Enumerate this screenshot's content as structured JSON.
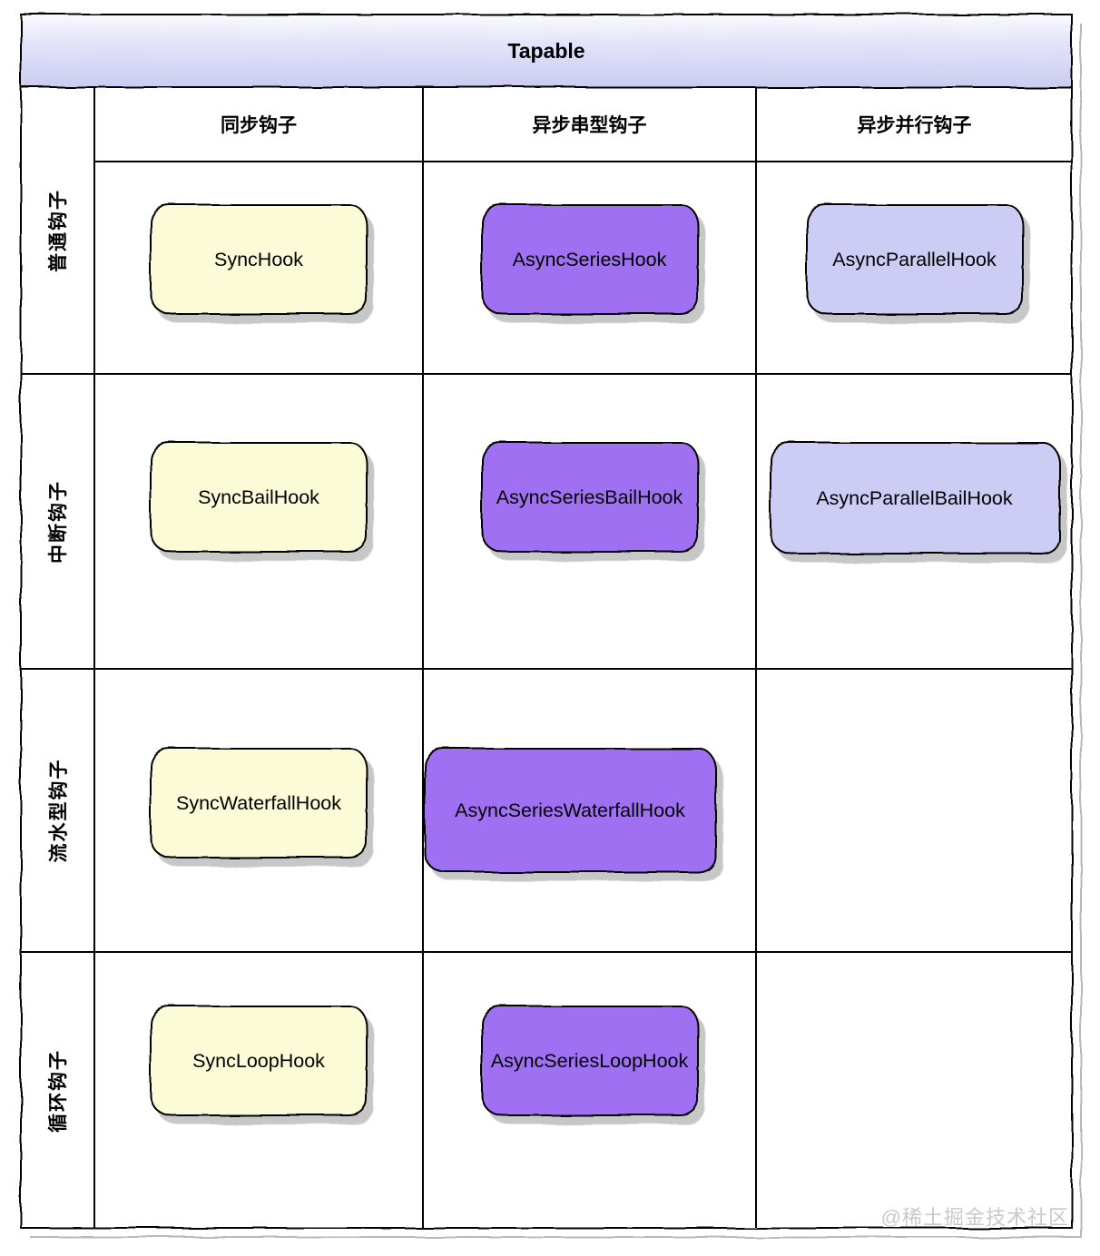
{
  "title": "Tapable",
  "watermark": "@稀土掘金技术社区",
  "columns": [
    "同步钩子",
    "异步串型钩子",
    "异步并行钩子"
  ],
  "rows": [
    {
      "label": "普通钩子",
      "cells": [
        {
          "text": "SyncHook",
          "variant": "yellow"
        },
        {
          "text": "AsyncSeriesHook",
          "variant": "purple"
        },
        {
          "text": "AsyncParallelHook",
          "variant": "lavender"
        }
      ]
    },
    {
      "label": "中断钩子",
      "cells": [
        {
          "text": "SyncBailHook",
          "variant": "yellow"
        },
        {
          "text": "AsyncSeriesBailHook",
          "variant": "purple"
        },
        {
          "text": "AsyncParallelBailHook",
          "variant": "lavender"
        }
      ]
    },
    {
      "label": "流水型钩子",
      "cells": [
        {
          "text": "SyncWaterfallHook",
          "variant": "yellow"
        },
        {
          "text": "AsyncSeriesWaterfallHook",
          "variant": "purple"
        },
        null
      ]
    },
    {
      "label": "循环钩子",
      "cells": [
        {
          "text": "SyncLoopHook",
          "variant": "yellow"
        },
        {
          "text": "AsyncSeriesLoopHook",
          "variant": "purple"
        },
        null
      ]
    }
  ],
  "colors": {
    "yellow": "#fbfbd8",
    "purple": "#a070f2",
    "lavender": "#ccccf5",
    "header_top": "#fafaff",
    "header_bottom": "#ccccf2",
    "border": "#000000",
    "shadow": "#b9b9b9"
  }
}
